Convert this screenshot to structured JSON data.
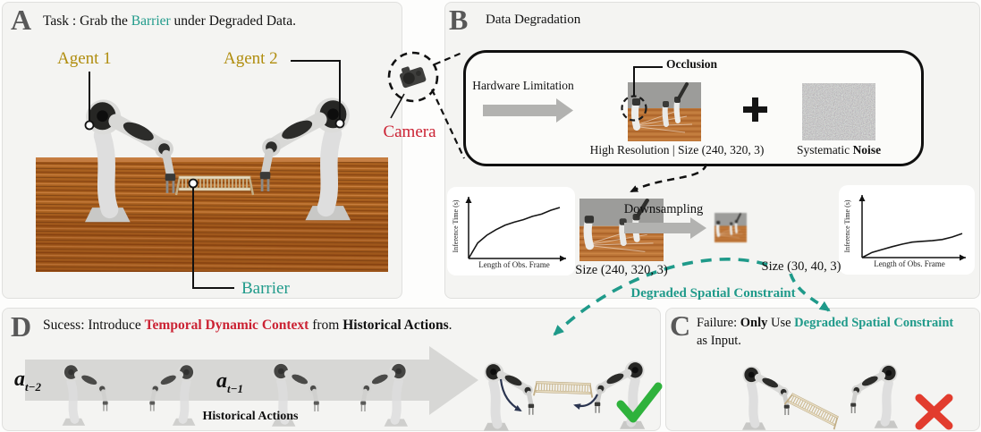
{
  "colors": {
    "teal": "#1f9a8a",
    "red_accent": "#cb2233",
    "gold": "#b08d0e",
    "panel_letter_gray": "#585858",
    "check_green": "#2fb23c",
    "cross_red": "#e23c2e"
  },
  "panelA": {
    "letter": "A",
    "title_prefix": "Task : Grab the ",
    "title_highlight": "Barrier",
    "title_suffix": " under Degraded Data.",
    "agent1": "Agent 1",
    "agent2": "Agent 2",
    "camera": "Camera",
    "barrier": "Barrier"
  },
  "panelB": {
    "letter": "B",
    "title": "Data Degradation",
    "hardware_limitation": "Hardware Limitation",
    "occlusion": "Occlusion",
    "plus_sign": "+",
    "highres_caption": "High Resolution | Size (240, 320, 3)",
    "systematic_prefix": "Systematic ",
    "systematic_bold": "Noise",
    "downsampling": "Downsampling",
    "size_big": "Size (240, 320, 3)",
    "size_small": "Size (30, 40, 3)",
    "degraded_label": "Degraded Spatial Constraint"
  },
  "panelC": {
    "letter": "C",
    "t1": "Failure: ",
    "t2": "Only",
    "t3": " Use ",
    "t4": "Degraded Spatial Constraint",
    "t5": "as Input."
  },
  "panelD": {
    "letter": "D",
    "t1": "Sucess: Introduce ",
    "t2": "Temporal Dynamic Context",
    "t3": " from ",
    "t4": "Historical Actions",
    "t5": ".",
    "action_prev2_base": "a",
    "action_prev2_sub": "t−2",
    "action_prev1_base": "a",
    "action_prev1_sub": "t−1",
    "historical_actions": "Historical Actions"
  },
  "chart_data": [
    {
      "type": "line",
      "name": "inference-time-vs-obs-length-highres",
      "xlabel": "Length of Obs. Frame",
      "ylabel": "Inference Time (s)",
      "x": [
        0,
        1,
        2,
        3,
        4,
        5,
        6,
        7,
        8,
        9,
        10
      ],
      "y": [
        0,
        0.28,
        0.42,
        0.52,
        0.6,
        0.655,
        0.7,
        0.76,
        0.8,
        0.87,
        0.92
      ],
      "ylim": [
        0,
        1
      ],
      "grid": false,
      "legend": "none",
      "note": "sketch curve: inference time grows quickly with observation length for high-resolution input"
    },
    {
      "type": "line",
      "name": "inference-time-vs-obs-length-downsampled",
      "xlabel": "Length of Obs. Frame",
      "ylabel": "Inference Time (s)",
      "x": [
        0,
        1,
        2,
        3,
        4,
        5,
        6,
        7,
        8,
        9,
        10
      ],
      "y": [
        0,
        0.09,
        0.14,
        0.19,
        0.235,
        0.27,
        0.285,
        0.295,
        0.315,
        0.36,
        0.42
      ],
      "ylim": [
        0,
        1
      ],
      "grid": false,
      "legend": "none",
      "note": "sketch curve: inference time stays low for downsampled input"
    }
  ]
}
